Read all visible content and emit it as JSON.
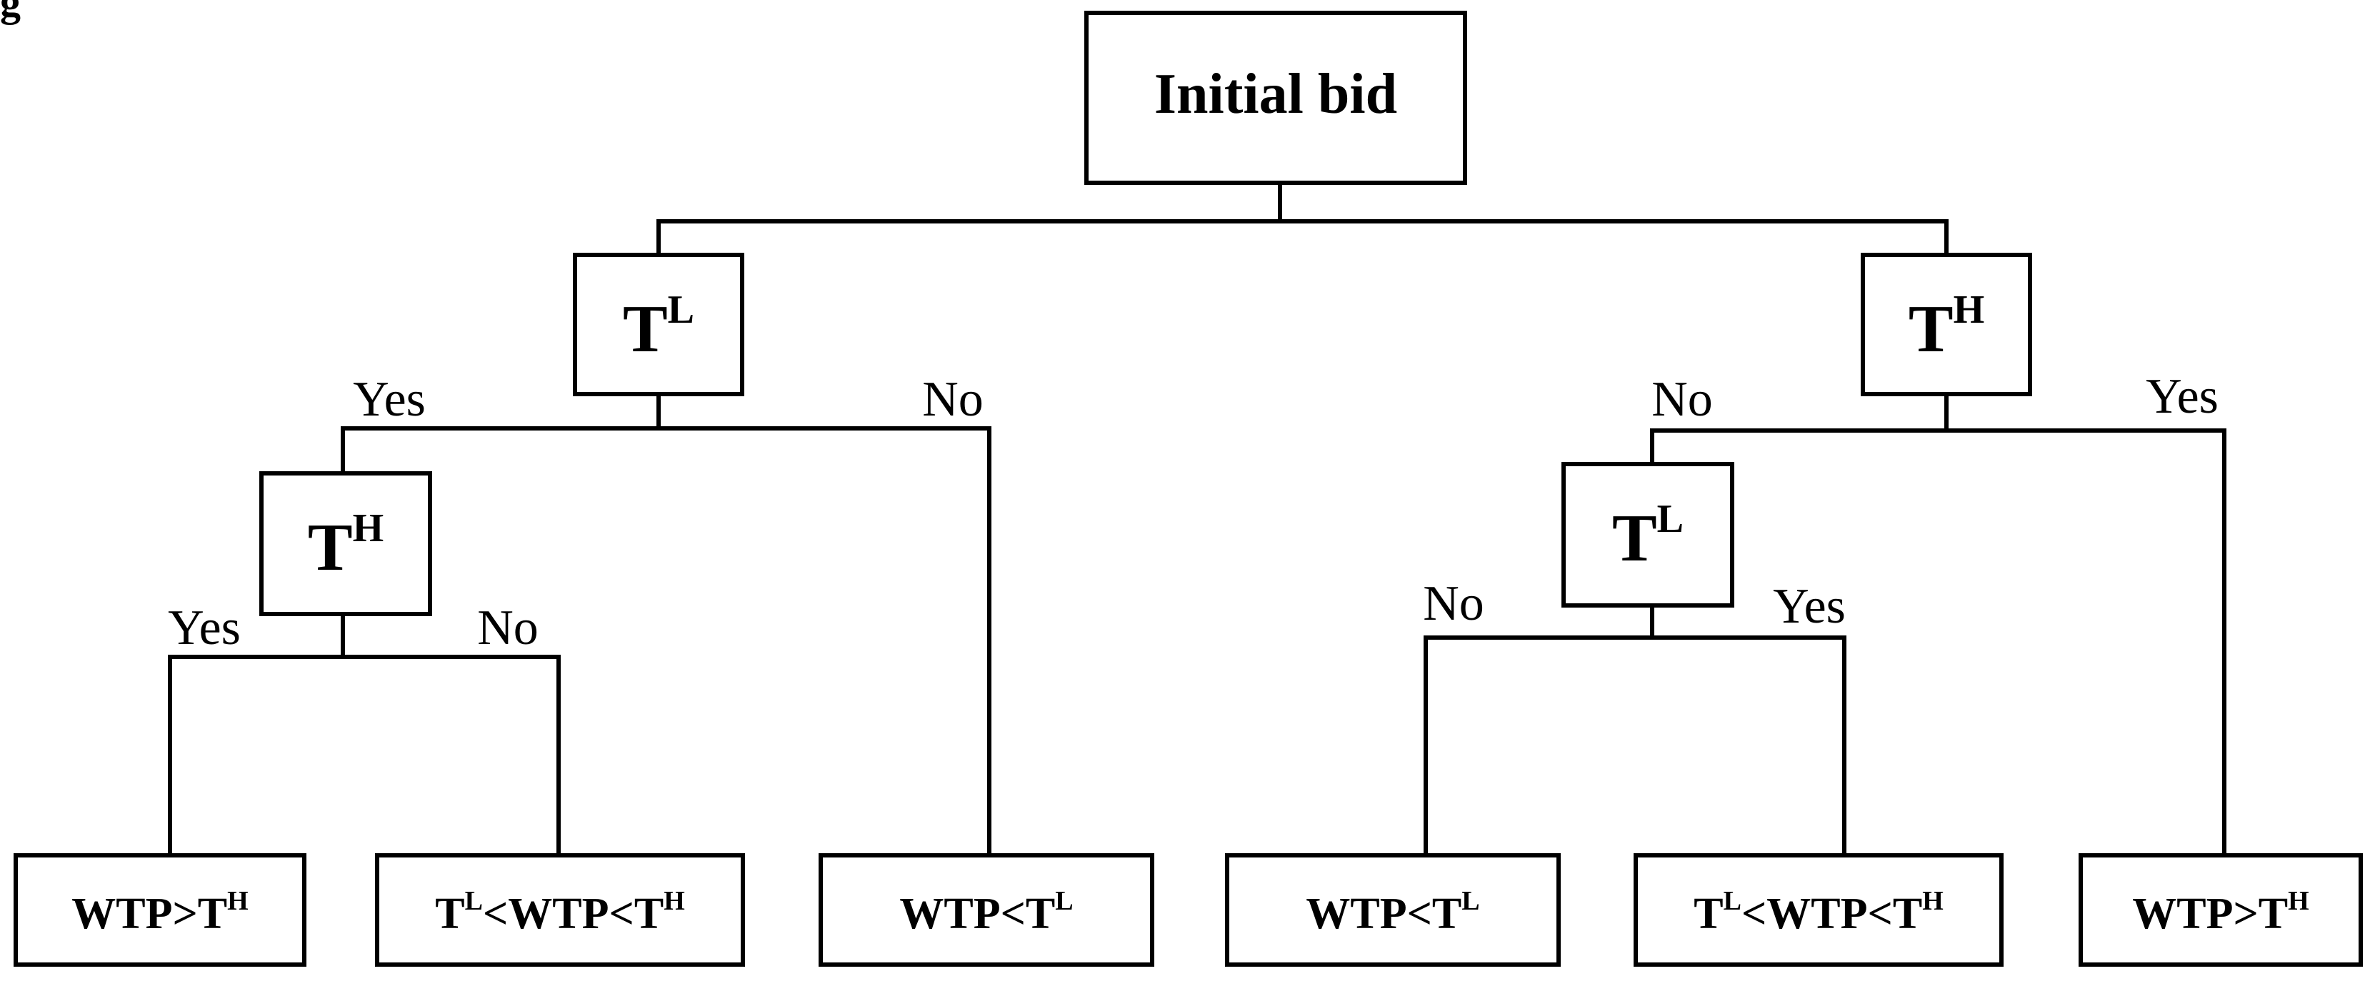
{
  "top_fragment": "g",
  "nodes": {
    "root": {
      "main": "Initial bid",
      "sup": ""
    },
    "left_decision": {
      "main": "T",
      "sup": "L"
    },
    "right_decision": {
      "main": "T",
      "sup": "H"
    },
    "left_sub_decision": {
      "main": "T",
      "sup": "H"
    },
    "right_sub_decision": {
      "main": "T",
      "sup": "L"
    },
    "outcome_1": {
      "parts": [
        {
          "t": "WTP>T"
        },
        {
          "t": "H",
          "sup": true
        }
      ]
    },
    "outcome_2": {
      "parts": [
        {
          "t": "T"
        },
        {
          "t": "L",
          "sup": true
        },
        {
          "t": "<WTP<T"
        },
        {
          "t": "H",
          "sup": true
        }
      ]
    },
    "outcome_3": {
      "parts": [
        {
          "t": "WTP<T"
        },
        {
          "t": "L",
          "sup": true
        }
      ]
    },
    "outcome_4": {
      "parts": [
        {
          "t": "WTP<T"
        },
        {
          "t": "L",
          "sup": true
        }
      ]
    },
    "outcome_5": {
      "parts": [
        {
          "t": "T"
        },
        {
          "t": "L",
          "sup": true
        },
        {
          "t": "<WTP<T"
        },
        {
          "t": "H",
          "sup": true
        }
      ]
    },
    "outcome_6": {
      "parts": [
        {
          "t": "WTP>T"
        },
        {
          "t": "H",
          "sup": true
        }
      ]
    }
  },
  "branch_labels": {
    "left_yes": "Yes",
    "left_no": "No",
    "left_sub_yes": "Yes",
    "left_sub_no": "No",
    "right_no": "No",
    "right_yes": "Yes",
    "right_sub_no": "No",
    "right_sub_yes": "Yes"
  }
}
